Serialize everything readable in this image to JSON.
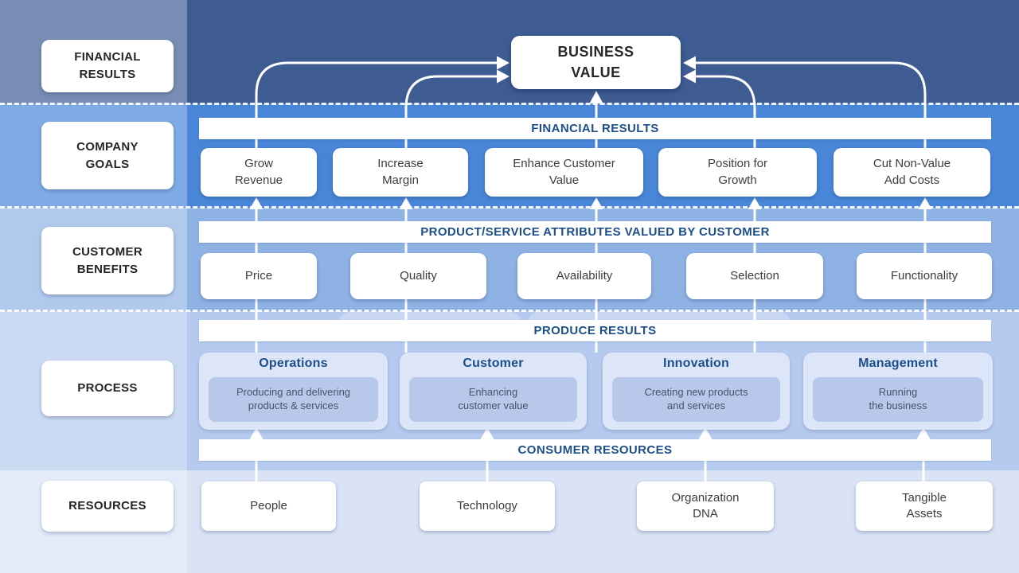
{
  "colors": {
    "band_top": "#3E5C92",
    "band_goals": "#4A86D8",
    "band_benefits": "#8FB2E4",
    "band_process": "#B5CAEE",
    "band_resources": "#D9E3F5",
    "backplate": "#C9D7F3",
    "container": "#DCE6F8",
    "container_inner": "#B7C8EA",
    "header_text": "#1D4E89",
    "box_text": "#3D3D3D",
    "desc_text": "#44546A",
    "dark_text": "#262626",
    "arrow": "#FFFFFF"
  },
  "business_value": {
    "label": "BUSINESS\nVALUE"
  },
  "bars": {
    "financial": "FINANCIAL RESULTS",
    "attributes": "PRODUCT/SERVICE ATTRIBUTES VALUED BY CUSTOMER",
    "produce": "PRODUCE RESULTS",
    "consumer": "CONSUMER RESOURCES"
  },
  "sidebar": {
    "items": [
      {
        "label": "FINANCIAL\nRESULTS"
      },
      {
        "label": "COMPANY\nGOALS"
      },
      {
        "label": "CUSTOMER\nBENEFITS"
      },
      {
        "label": "PROCESS"
      },
      {
        "label": "RESOURCES"
      }
    ]
  },
  "goals": {
    "items": [
      {
        "label": "Grow\nRevenue"
      },
      {
        "label": "Increase\nMargin"
      },
      {
        "label": "Enhance Customer\nValue"
      },
      {
        "label": "Position for\nGrowth"
      },
      {
        "label": "Cut Non-Value\nAdd Costs"
      }
    ]
  },
  "benefits": {
    "items": [
      {
        "label": "Price"
      },
      {
        "label": "Quality"
      },
      {
        "label": "Availability"
      },
      {
        "label": "Selection"
      },
      {
        "label": "Functionality"
      }
    ]
  },
  "processes": {
    "items": [
      {
        "title": "Operations",
        "desc": "Producing and delivering\nproducts & services"
      },
      {
        "title": "Customer",
        "desc": "Enhancing\ncustomer value"
      },
      {
        "title": "Innovation",
        "desc": "Creating new products\nand services"
      },
      {
        "title": "Management",
        "desc": "Running\nthe business"
      }
    ]
  },
  "resources": {
    "items": [
      {
        "label": "People"
      },
      {
        "label": "Technology"
      },
      {
        "label": "Organization\nDNA"
      },
      {
        "label": "Tangible\nAssets"
      }
    ]
  }
}
